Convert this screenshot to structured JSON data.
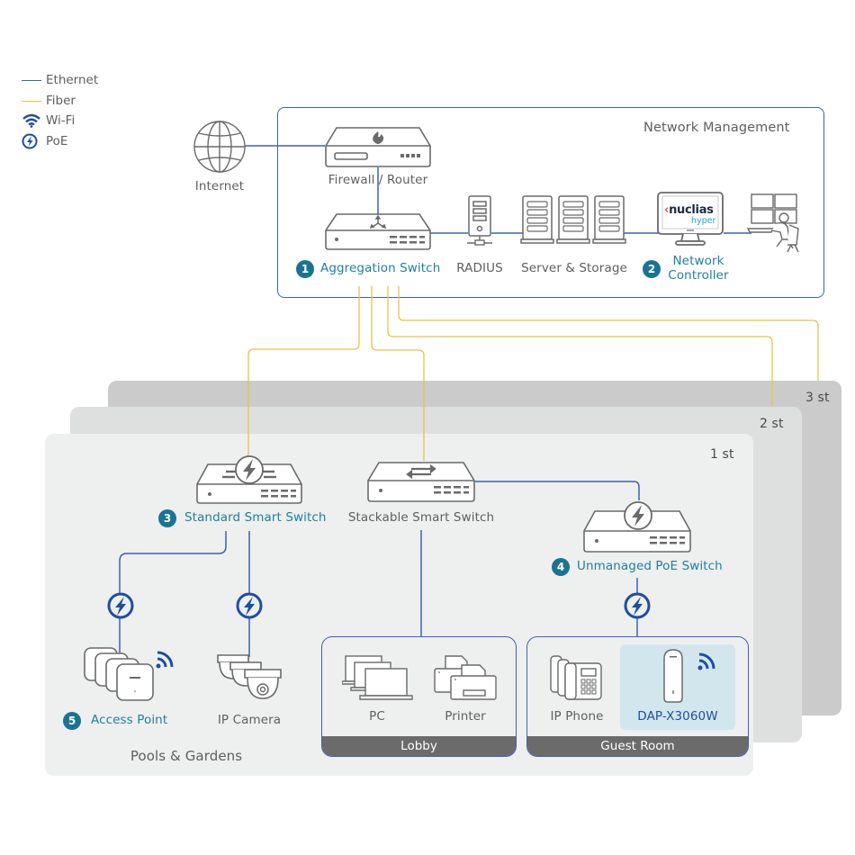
{
  "legend": {
    "items": [
      {
        "label": "Ethernet",
        "icon": "ethernet-line",
        "color": "#3d62b0"
      },
      {
        "label": "Fiber",
        "icon": "fiber-line",
        "color": "#e8c24a"
      },
      {
        "label": "Wi-Fi",
        "icon": "wifi-icon",
        "color": "#1f4e9e"
      },
      {
        "label": "PoE",
        "icon": "poe-icon",
        "color": "#1f4e9e"
      }
    ]
  },
  "colors": {
    "ethernet": "#3d62b0",
    "fiber": "#e8c24a",
    "accent_teal": "#1f7fa0",
    "badge": "#1b7391",
    "device_stroke": "#6a6a6a",
    "floor1": "#eeefef",
    "floor2": "#dedfdf",
    "floor3": "#cbcbcb",
    "room_footer": "#6b6b6b",
    "highlight": "#d2e6ee"
  },
  "internet": {
    "label": "Internet"
  },
  "network_management": {
    "title": "Network Management",
    "firewall": {
      "label": "Firewall / Router"
    },
    "aggregation_switch": {
      "badge": "1",
      "label": "Aggregation Switch"
    },
    "radius": {
      "label": "RADIUS"
    },
    "server_storage": {
      "label": "Server & Storage"
    },
    "network_controller": {
      "badge": "2",
      "label_line1": "Network",
      "label_line2": "Controller",
      "screen_brand": "nuclias",
      "screen_sub": "hyper"
    }
  },
  "floors": [
    {
      "label": "3 st"
    },
    {
      "label": "2 st"
    },
    {
      "label": "1 st"
    }
  ],
  "floor1": {
    "standard_smart_switch": {
      "badge": "3",
      "label": "Standard Smart Switch"
    },
    "stackable_smart_switch": {
      "label": "Stackable Smart Switch"
    },
    "unmanaged_poe_switch": {
      "badge": "4",
      "label": "Unmanaged PoE Switch"
    },
    "access_point": {
      "badge": "5",
      "label": "Access Point"
    },
    "ip_camera": {
      "label": "IP Camera"
    },
    "zone_label": "Pools & Gardens",
    "lobby": {
      "title": "Lobby",
      "pc": "PC",
      "printer": "Printer"
    },
    "guest_room": {
      "title": "Guest Room",
      "ip_phone": "IP Phone",
      "dap": "DAP-X3060W"
    }
  }
}
